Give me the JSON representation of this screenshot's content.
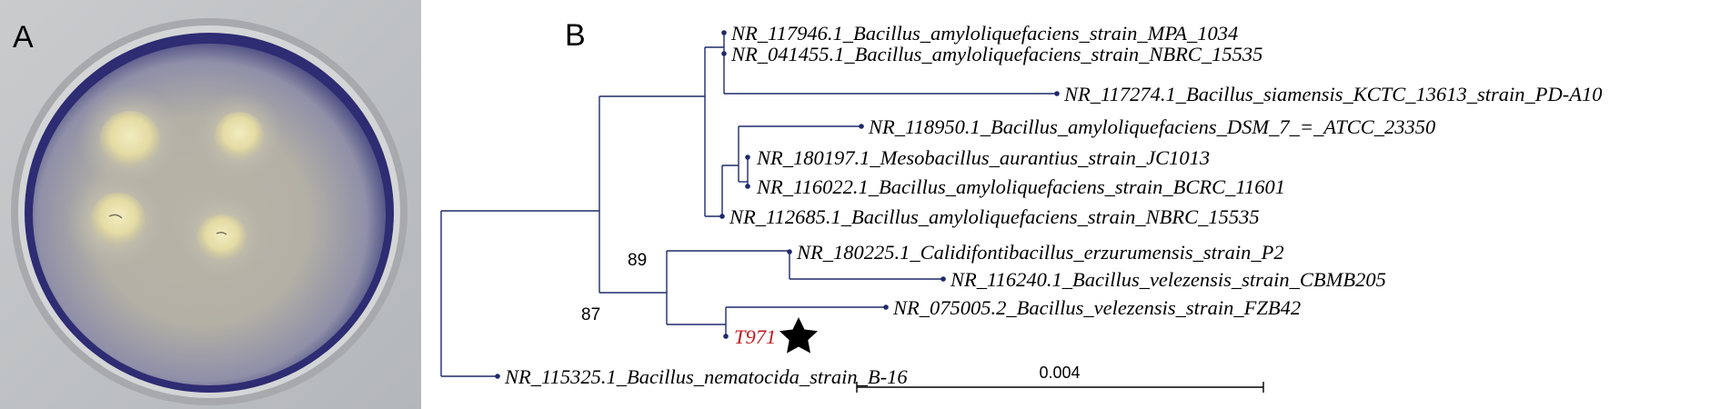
{
  "panel_a": {
    "label": "A"
  },
  "panel_b": {
    "label": "B",
    "taxa": [
      "NR_117946.1_Bacillus_amyloliquefaciens_strain_MPA_1034",
      "NR_041455.1_Bacillus_amyloliquefaciens_strain_NBRC_15535",
      "NR_117274.1_Bacillus_siamensis_KCTC_13613_strain_PD-A10",
      "NR_118950.1_Bacillus_amyloliquefaciens_DSM_7_=_ATCC_23350",
      "NR_180197.1_Mesobacillus_aurantius_strain_JC1013",
      "NR_116022.1_Bacillus_amyloliquefaciens_strain_BCRC_11601",
      "NR_112685.1_Bacillus_amyloliquefaciens_strain_NBRC_15535",
      "NR_180225.1_Calidifontibacillus_erzurumensis_strain_P2",
      "NR_116240.1_Bacillus_velezensis_strain_CBMB205",
      "NR_075005.2_Bacillus_velezensis_strain_FZB42",
      "T971",
      "NR_115325.1_Bacillus_nematocida_strain_B-16"
    ],
    "bootstrap": [
      "89",
      "87"
    ],
    "highlight_taxon_color": "#c0191f",
    "branch_color": "#1f2a6b",
    "marker": "star-icon",
    "scale_bar": {
      "label": "0.004"
    }
  }
}
